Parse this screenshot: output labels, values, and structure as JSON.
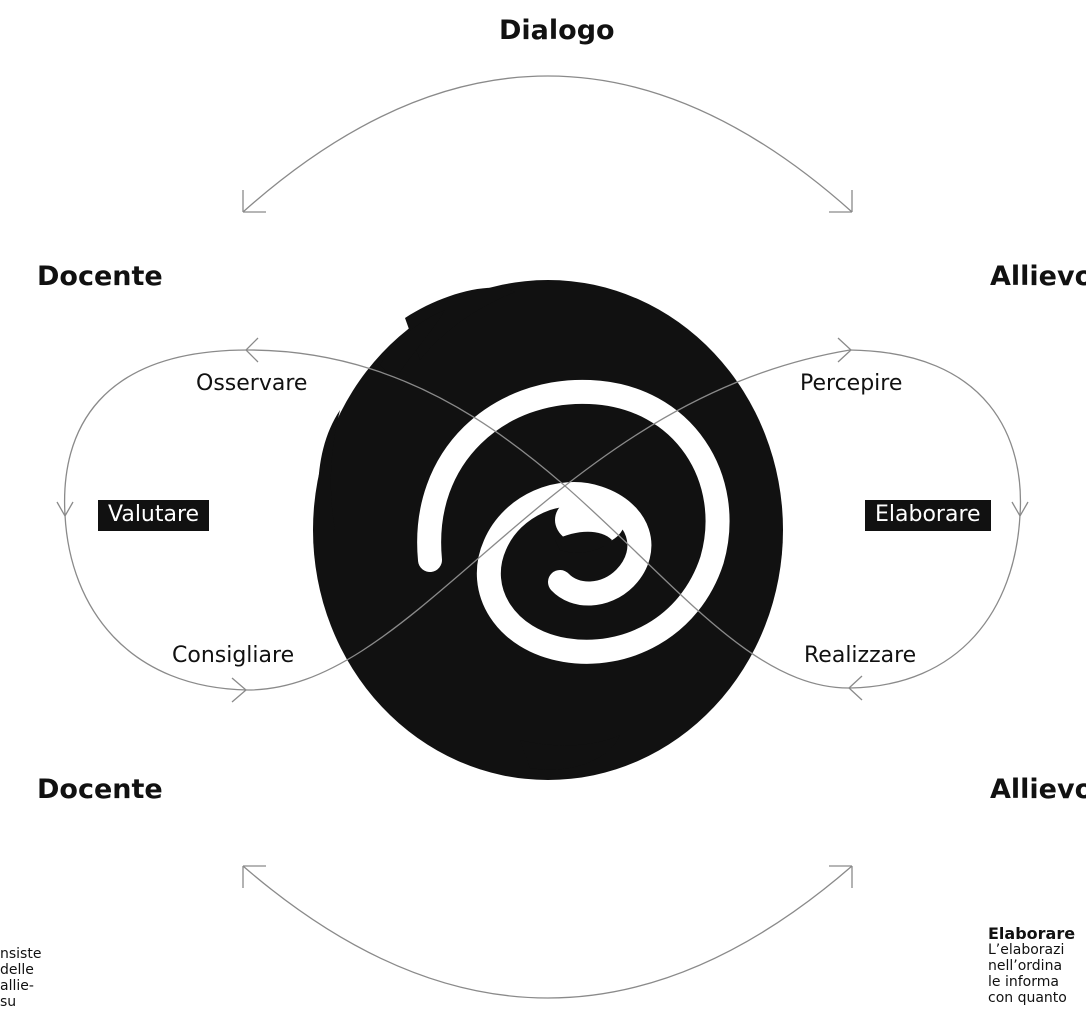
{
  "top_label": "Dialogo",
  "left": {
    "top_label": "Docente",
    "bottom_label": "Docente",
    "step_top": "Osservare",
    "step_center": "Valutare",
    "step_bottom": "Consigliare"
  },
  "right": {
    "top_label": "Allievo",
    "bottom_label": "Allievo",
    "step_top": "Percepire",
    "step_center": "Elaborare",
    "step_bottom": "Realizzare"
  },
  "footer_left": {
    "line1": "nsiste",
    "line2": "delle",
    "line3": "allie-",
    "line4": "su"
  },
  "footer_right": {
    "heading": "Elaborare",
    "line1": "L’elaborazi",
    "line2": "nell’ordina",
    "line3": "le informa",
    "line4": "con quanto"
  },
  "colors": {
    "ink": "#111111",
    "arrow": "#8a8a8a",
    "background": "#ffffff"
  }
}
